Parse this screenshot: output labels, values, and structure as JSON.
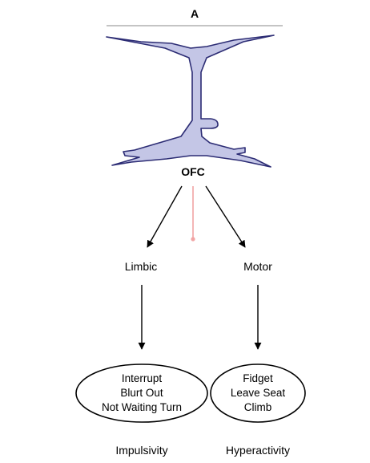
{
  "panel_label": "A",
  "neuron": {
    "region_label": "OFC"
  },
  "nodes": {
    "left": {
      "label": "Limbic"
    },
    "right": {
      "label": "Motor"
    }
  },
  "outcomes": {
    "left": {
      "lines": [
        "Interrupt",
        "Blurt Out",
        "Not Waiting Turn"
      ],
      "caption": "Impulsivity"
    },
    "right": {
      "lines": [
        "Fidget",
        "Leave Seat",
        "Climb"
      ],
      "caption": "Hyperactivity"
    }
  },
  "colors": {
    "neuron_fill": "#c4c6e6",
    "neuron_stroke": "#2c2c74",
    "axon": "#f2a4a4",
    "arrow": "#000000",
    "rule": "#8a8a8a"
  }
}
